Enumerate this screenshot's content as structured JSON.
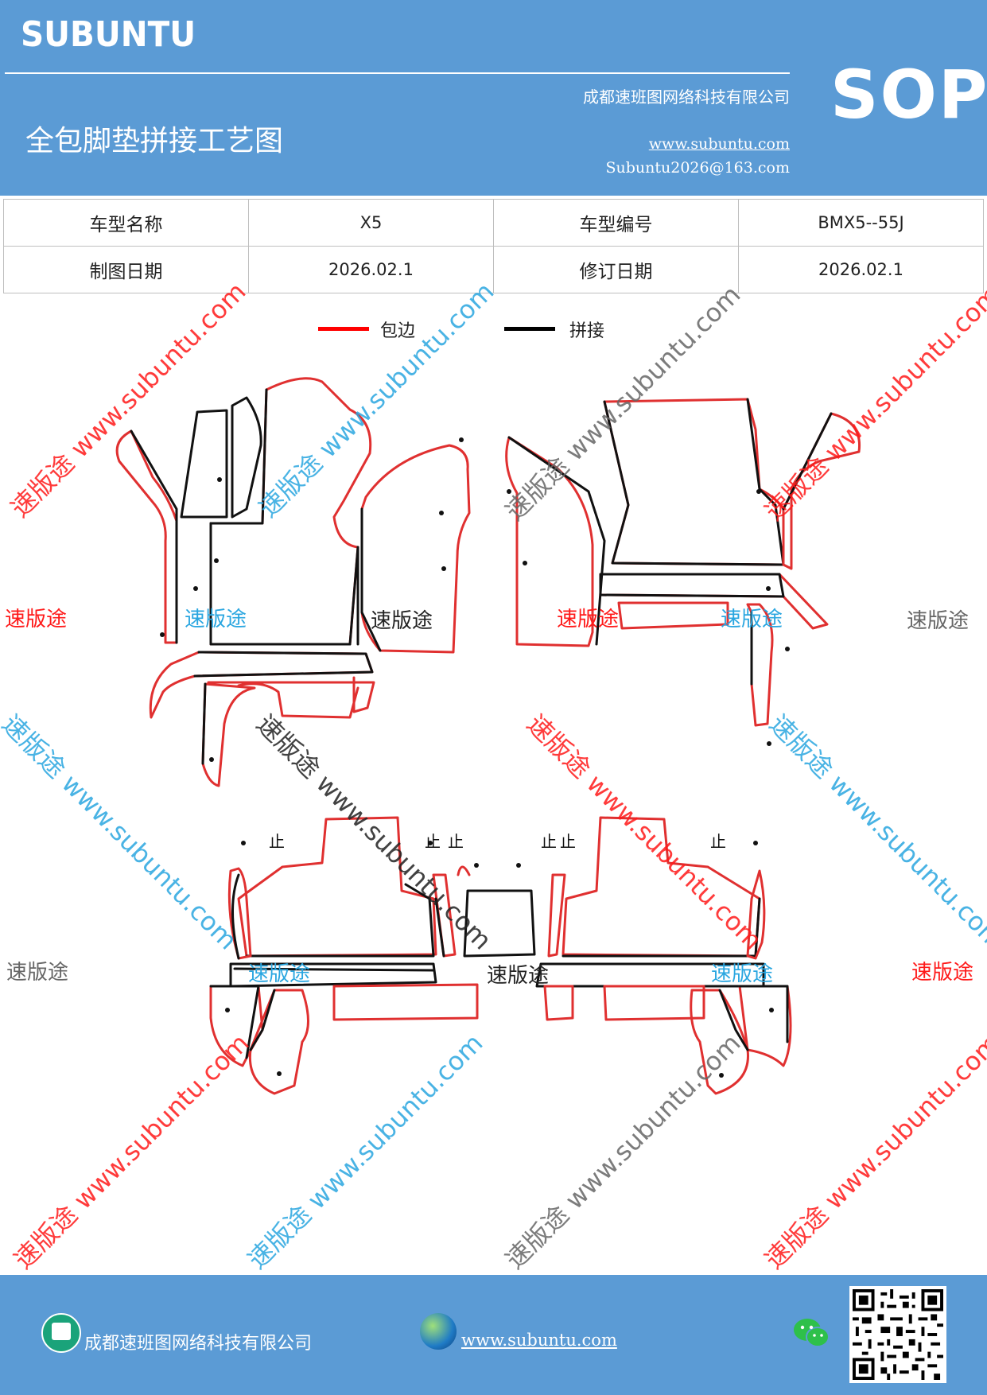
{
  "header": {
    "brand": "SUBUNTU",
    "doc_title": "全包脚垫拼接工艺图",
    "company": "成都速班图网络科技有限公司",
    "website": "www.subuntu.com",
    "email": "Subuntu2026@163.com",
    "badge": "SOP"
  },
  "info_table": {
    "rows": [
      [
        "车型名称",
        "X5",
        "车型编号",
        "BMX5--55J"
      ],
      [
        "制图日期",
        "2026.02.1",
        "修订日期",
        "2026.02.1"
      ]
    ]
  },
  "legend": {
    "items": [
      {
        "label": "包边",
        "color": "#ff0000"
      },
      {
        "label": "拼接",
        "color": "#000000"
      }
    ]
  },
  "watermarks": {
    "brand_text": "速版途",
    "diag_text": "速版途 www.subuntu.com"
  },
  "drawing": {
    "marks": [
      "止",
      "止",
      "止",
      "止",
      "止",
      "止"
    ]
  },
  "footer": {
    "company": "成都速班图网络科技有限公司",
    "website": "www.subuntu.com"
  },
  "colors": {
    "header_bg": "#5b9bd5",
    "edge": "#e03030",
    "seam": "#111111"
  }
}
